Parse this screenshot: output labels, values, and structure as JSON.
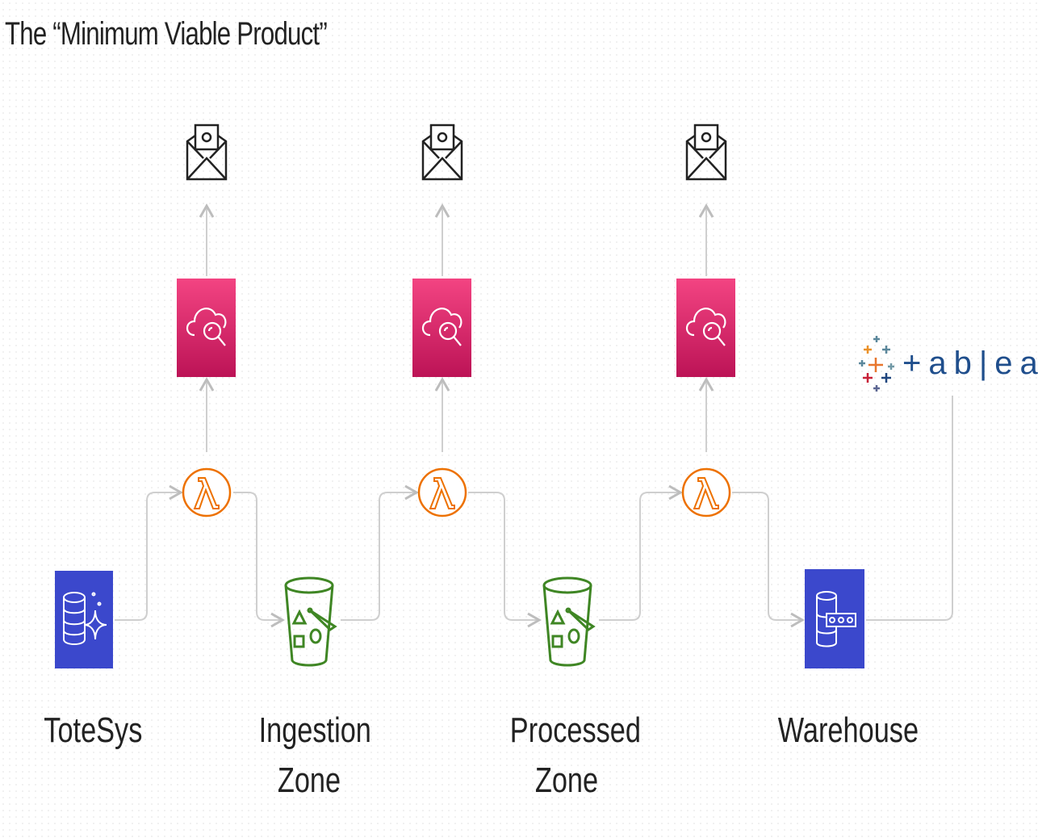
{
  "title": "The “Minimum Viable Product”",
  "nodes": {
    "totesys": {
      "label": "ToteSys"
    },
    "ingestion": {
      "label_line1": "Ingestion",
      "label_line2": "Zone"
    },
    "processed": {
      "label_line1": "Processed",
      "label_line2": "Zone"
    },
    "warehouse": {
      "label": "Warehouse"
    },
    "tableau": {
      "logo_text": "+ab|eau"
    }
  },
  "colors": {
    "database_blue": "#3b48cc",
    "cloudwatch_pink": "#e7157b",
    "lambda_orange": "#ed7100",
    "s3_green": "#3f8624",
    "connector_gray": "#cfcfcf"
  },
  "icons": [
    "email-icon",
    "cloudwatch-icon",
    "lambda-icon",
    "s3-bucket-icon",
    "rds-database-icon",
    "redshift-warehouse-icon",
    "tableau-logo-icon"
  ]
}
